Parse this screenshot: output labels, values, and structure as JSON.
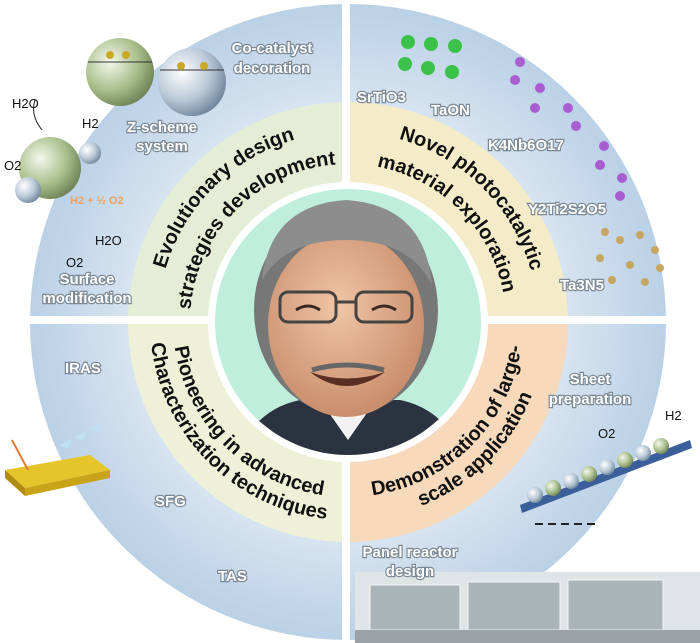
{
  "quadrants": {
    "top_left": {
      "line1": "Evolutionary design",
      "line2": "strategies development"
    },
    "top_right": {
      "line1": "Novel photocatalytic",
      "line2": "material exploration"
    },
    "bottom_left": {
      "line1": "Pioneering in advanced",
      "line2": "Characterization techniques"
    },
    "bottom_right": {
      "line1": "Demonstration of large-",
      "line2": "scale application"
    }
  },
  "labels": {
    "cocatalyst1": "Co-catalyst",
    "cocatalyst2": "decoration",
    "zscheme1": "Z-scheme",
    "zscheme2": "system",
    "surface1": "Surface",
    "surface2": "modification",
    "srtio3": "SrTiO3",
    "taon": "TaON",
    "k4nb6o17": "K4Nb6O17",
    "y2ti2s2o5": "Y2Ti2S2O5",
    "ta3n5": "Ta3N5",
    "iras": "IRAS",
    "sfg": "SFG",
    "tas": "TAS",
    "sheet": "Sheet",
    "preparation": "preparation",
    "panel1": "Panel reactor",
    "panel2": "design"
  },
  "chem_labels": {
    "h2o_in": "H2O",
    "h2": "H2",
    "o2": "O2",
    "reaction": "H2 + ½ O2",
    "h2o_out": "H2O",
    "o2_in": "O2",
    "sheet_o2": "O2",
    "sheet_h2": "H2"
  },
  "colors": {
    "outer_ring": "#c4d8ea",
    "band_tl": "#e4eed6",
    "band_tr": "#f4ecc8",
    "band_bl": "#eef1d8",
    "band_br": "#f7d9bb",
    "photo_bg": "#bfeedd"
  }
}
